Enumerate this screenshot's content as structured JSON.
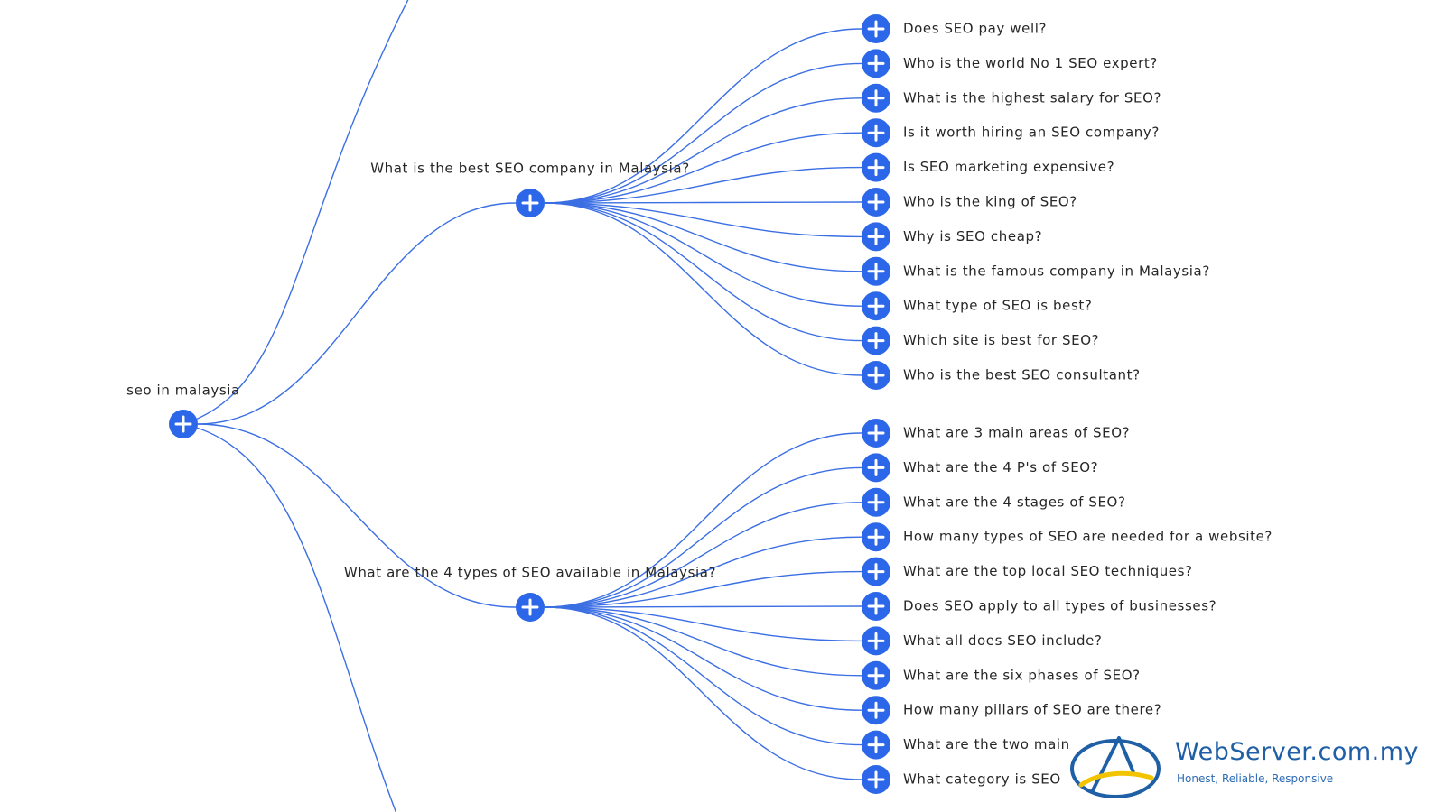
{
  "mindmap": {
    "root": {
      "label": "seo in malaysia",
      "children": [
        {
          "label": "What is the best SEO company in Malaysia?",
          "children": [
            "Does SEO pay well?",
            "Who is the world No 1 SEO expert?",
            "What is the highest salary for SEO?",
            "Is it worth hiring an SEO company?",
            "Is SEO marketing expensive?",
            "Who is the king of SEO?",
            "Why is SEO cheap?",
            "What is the famous company in Malaysia?",
            "What type of SEO is best?",
            "Which site is best for SEO?",
            "Who is the best SEO consultant?"
          ]
        },
        {
          "label": "What are the 4 types of SEO available in Malaysia?",
          "children": [
            "What are 3 main areas of SEO?",
            "What are the 4 P's of SEO?",
            "What are the 4 stages of SEO?",
            "How many types of SEO are needed for a website?",
            "What are the top local SEO techniques?",
            "Does SEO apply to all types of businesses?",
            "What all does SEO include?",
            "What are the six phases of SEO?",
            "How many pillars of SEO are there?",
            "What are the two main",
            "What category is SEO"
          ]
        }
      ]
    }
  },
  "logo": {
    "name": "WebServer.com.my",
    "tagline": "Honest, Reliable, Responsive"
  },
  "colors": {
    "accent": "#2b67e8",
    "link": "#3b6fe3",
    "logo_blue": "#1f5fa6",
    "logo_yellow": "#f2c400"
  },
  "icons": {
    "node_button": "plus-circle-icon"
  }
}
